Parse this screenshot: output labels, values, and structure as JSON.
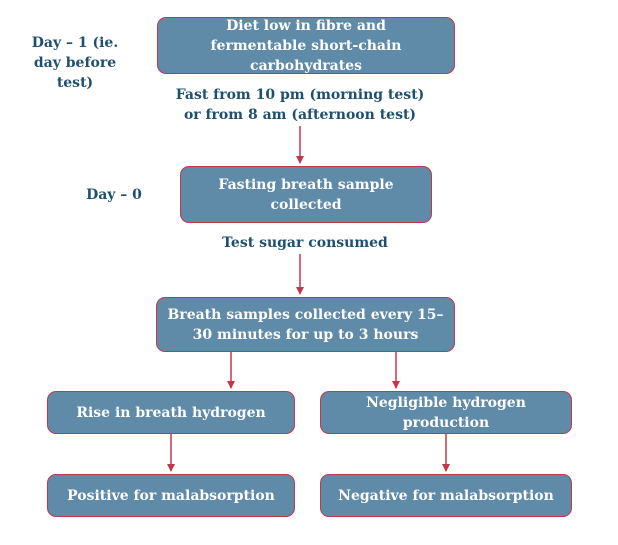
{
  "steps": {
    "diet": "Diet low in fibre and fermentable short-chain carbohydrates",
    "fasting_sample": "Fasting breath sample collected",
    "breath_samples": "Breath samples collected every 15–30 minutes for up to 3 hours",
    "rise": "Rise in breath hydrogen",
    "negligible": "Negligible hydrogen production",
    "positive": "Positive for malabsorption",
    "negative": "Negative for malabsorption"
  },
  "annotations": {
    "day_minus_1": "Day – 1 (ie. day before test)",
    "day_0": "Day – 0",
    "fast": "Fast from 10 pm (morning test) or from 8 am (afternoon test)",
    "sugar": "Test sugar consumed"
  },
  "colors": {
    "box_fill": "#5f8aa8",
    "box_border": "#c0384a",
    "arrow": "#c0384a",
    "label_text": "#1f4f6e"
  }
}
